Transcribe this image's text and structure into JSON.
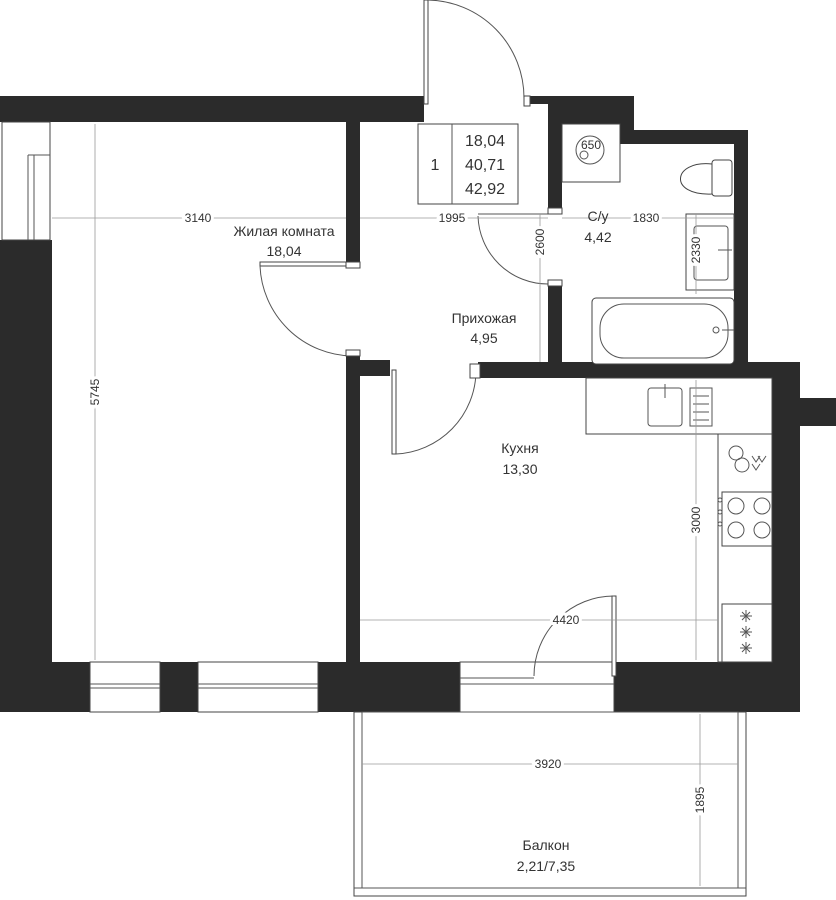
{
  "rooms": {
    "living": {
      "name": "Жилая комната",
      "area": "18,04"
    },
    "hall": {
      "name": "Прихожая",
      "area": "4,95"
    },
    "bath": {
      "name": "С/у",
      "area": "4,42"
    },
    "kitchen": {
      "name": "Кухня",
      "area": "13,30"
    },
    "balcony": {
      "name": "Балкон",
      "area": "2,21/7,35"
    }
  },
  "dimensions": {
    "living_width": "3140",
    "hall_width": "1995",
    "bath_width": "1830",
    "hall_height": "2600",
    "bath_height": "2330",
    "living_height": "5745",
    "kitchen_height": "3000",
    "kitchen_width": "4420",
    "balcony_width": "3920",
    "balcony_depth": "1895",
    "washer": "650"
  },
  "summary": {
    "rooms_count": "1",
    "living_area": "18,04",
    "total_area": "40,71",
    "total_with_balcony": "42,92"
  },
  "colors": {
    "wall": "#2b2b2b",
    "line": "#555555",
    "dimension": "#9a9a9a"
  },
  "icons": [
    "door-swing-icon",
    "toilet-icon",
    "sink-icon",
    "bathtub-icon",
    "washer-icon",
    "stove-icon",
    "kitchen-sink-icon",
    "window-icon"
  ]
}
